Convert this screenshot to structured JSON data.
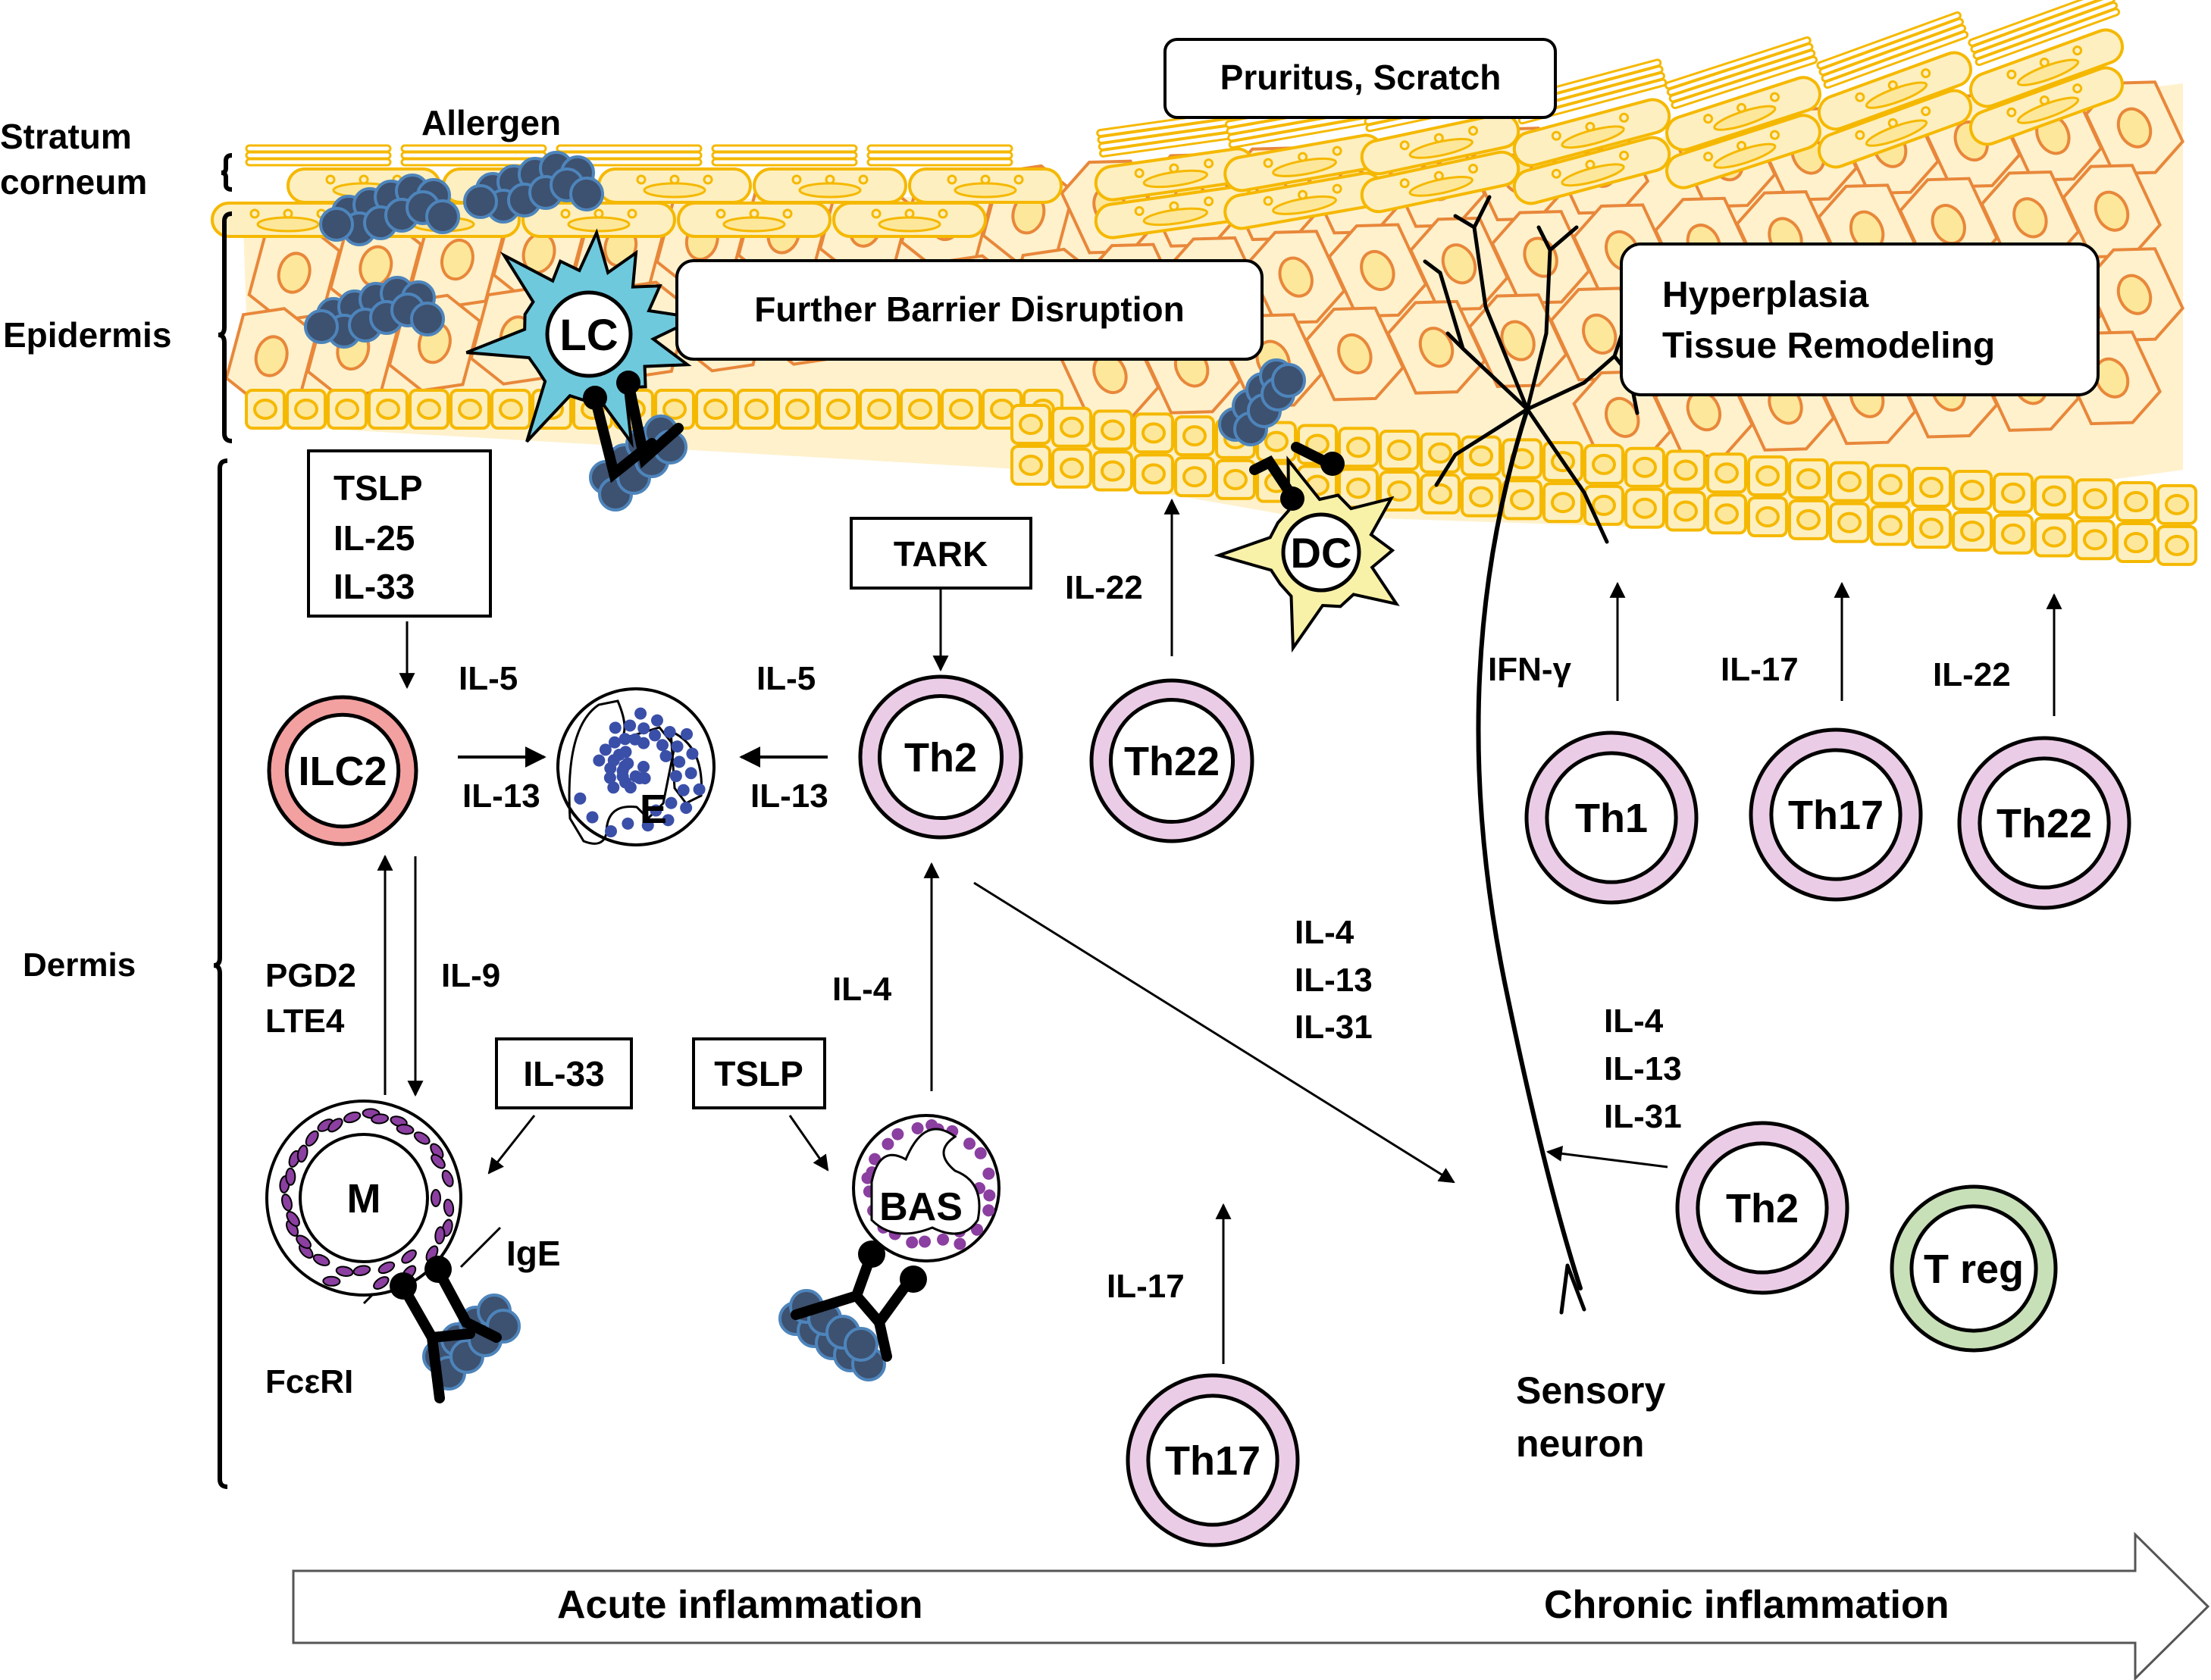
{
  "title": "Atopic dermatitis: acute to chronic inflammation",
  "colors": {
    "corneocyte_stroke": "#f5b800",
    "corneocyte_fill": "#fdefbf",
    "keratinocyte_stroke": "#e8873a",
    "keratinocyte_fill": "#fef1cc",
    "allergen_fill": "#3d5170",
    "allergen_stroke": "#4d84bb",
    "lc_fill": "#6ec9dd",
    "dc_fill": "#f8f1a8",
    "ilc2_ring": "#f3a0a0",
    "th_ring": "#ebcce6",
    "treg_ring": "#c8e0b8",
    "eos_granule": "#3a4fa8",
    "mast_granule": "#8b3fa0"
  },
  "layers": {
    "stratum_corneum": [
      "Stratum",
      "corneum"
    ],
    "epidermis": "Epidermis",
    "dermis": "Dermis"
  },
  "labels": {
    "allergen": "Allergen",
    "pruritus": "Pruritus, Scratch",
    "barrier": "Further Barrier Disruption",
    "hyperplasia": [
      "Hyperplasia",
      "Tissue Remodeling"
    ],
    "sensory_neuron": [
      "Sensory",
      "neuron"
    ],
    "ige": "IgE",
    "fceri": "FcεRI"
  },
  "boxes": {
    "tslp_il25_il33": [
      "TSLP",
      "IL-25",
      "IL-33"
    ],
    "tark": "TARK",
    "il33": "IL-33",
    "tslp": "TSLP"
  },
  "cells": {
    "lc": "LC",
    "dc": "DC",
    "ilc2": "ILC2",
    "eos": "E",
    "th2_acute": "Th2",
    "th22_acute": "Th22",
    "mast": "M",
    "bas": "BAS",
    "th17_acute": "Th17",
    "th1": "Th1",
    "th17_chronic": "Th17",
    "th22_chronic": "Th22",
    "th2_chronic": "Th2",
    "treg": "T reg"
  },
  "cytokines": {
    "ilc2_to_e": [
      "IL-5",
      "IL-13"
    ],
    "th2_to_e": [
      "IL-5",
      "IL-13"
    ],
    "th22_up": "IL-22",
    "mast_to_ilc2": [
      "PGD2",
      "LTE4"
    ],
    "ilc2_to_mast": "IL-9",
    "bas_to_th2": "IL-4",
    "th2_to_neuron": [
      "IL-4",
      "IL-13",
      "IL-31"
    ],
    "th2c_to_neuron": [
      "IL-4",
      "IL-13",
      "IL-31"
    ],
    "th17_up": "IL-17",
    "th1_up": "IFN-γ",
    "th17c_up": "IL-17",
    "th22c_up": "IL-22"
  },
  "timeline": {
    "acute": "Acute inflammation",
    "chronic": "Chronic inflammation"
  }
}
